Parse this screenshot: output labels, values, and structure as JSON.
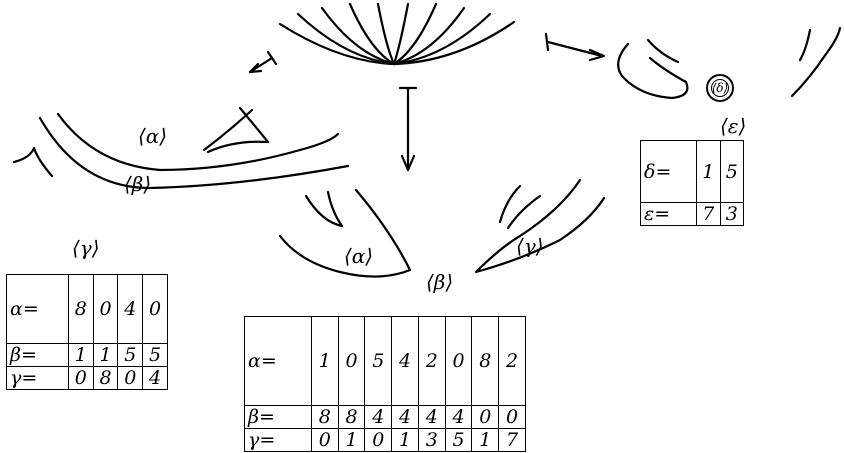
{
  "labels": {
    "alpha_left": "⟨α⟩",
    "beta_left": "⟨β⟩",
    "alpha_mid": "⟨α⟩",
    "gamma_mid": "⟨γ⟩",
    "gamma_title": "⟨γ⟩",
    "beta_title": "⟨β⟩",
    "epsilon_title": "⟨ε⟩",
    "delta_circle": "⟨δ⟩"
  },
  "table_gamma": {
    "rows": [
      {
        "label": "α=",
        "values": [
          "8",
          "0",
          "4",
          "0"
        ]
      },
      {
        "label": "β=",
        "values": [
          "1",
          "1",
          "5",
          "5"
        ]
      },
      {
        "label": "γ=",
        "values": [
          "0",
          "8",
          "0",
          "4"
        ]
      }
    ]
  },
  "table_beta": {
    "rows": [
      {
        "label": "α=",
        "values": [
          "1",
          "0",
          "5",
          "4",
          "2",
          "0",
          "8",
          "2"
        ]
      },
      {
        "label": "β=",
        "values": [
          "8",
          "8",
          "4",
          "4",
          "4",
          "4",
          "0",
          "0"
        ]
      },
      {
        "label": "γ=",
        "values": [
          "0",
          "1",
          "0",
          "1",
          "3",
          "5",
          "1",
          "7"
        ]
      }
    ]
  },
  "table_epsilon": {
    "rows": [
      {
        "label": "δ=",
        "values": [
          "1",
          "5"
        ]
      },
      {
        "label": "ε=",
        "values": [
          "7",
          "3"
        ]
      }
    ]
  }
}
